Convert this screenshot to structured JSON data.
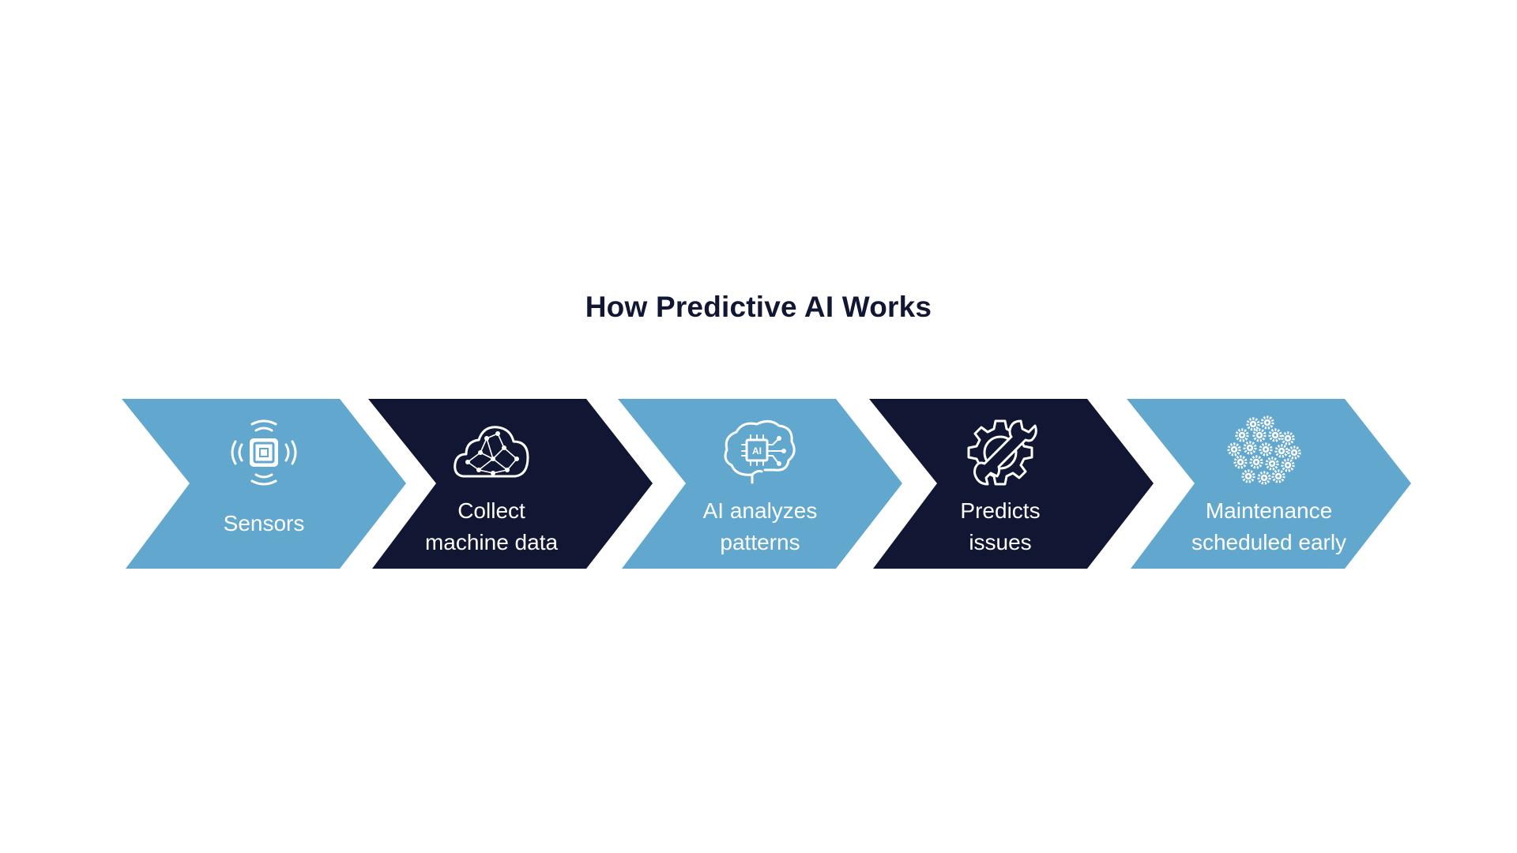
{
  "title": "How Predictive AI Works",
  "colors": {
    "light": "#62a7cd",
    "dark": "#111632",
    "text_on_shape": "#ffffff",
    "title": "#111632"
  },
  "steps": [
    {
      "label_lines": [
        "Sensors"
      ],
      "icon": "sensor-icon",
      "color": "light"
    },
    {
      "label_lines": [
        "Collect",
        "machine data"
      ],
      "icon": "cloud-network-icon",
      "color": "dark"
    },
    {
      "label_lines": [
        "AI analyzes",
        "patterns"
      ],
      "icon": "ai-brain-icon",
      "color": "light"
    },
    {
      "label_lines": [
        "Predicts",
        "issues"
      ],
      "icon": "gear-wrench-icon",
      "color": "dark"
    },
    {
      "label_lines": [
        "Maintenance",
        "scheduled early"
      ],
      "icon": "gears-cluster-icon",
      "color": "light"
    }
  ]
}
